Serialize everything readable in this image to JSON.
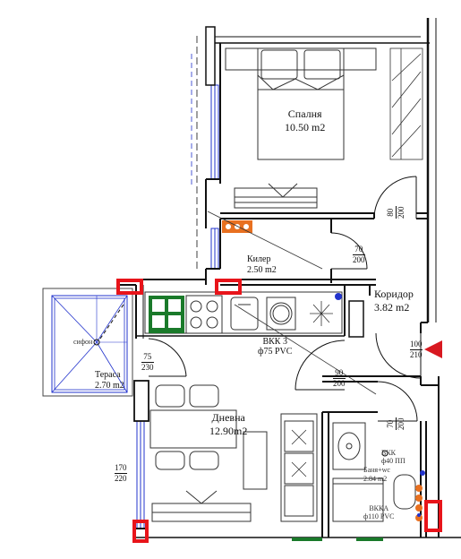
{
  "rooms": {
    "bedroom": {
      "name": "Спалня",
      "area": "10.50 m2"
    },
    "closet": {
      "name": "Килер",
      "area": "2.50 m2"
    },
    "corridor": {
      "name": "Коридор",
      "area": "3.82 m2"
    },
    "terrace": {
      "name": "Тераса",
      "area": "2.70 m2"
    },
    "living": {
      "name": "Дневна",
      "area": "12.90m2"
    },
    "bathroom": {
      "name": "Баня+wc",
      "area": "2.84 m2"
    }
  },
  "pipes": {
    "bkk3": {
      "name": "ВКК 3",
      "size": "ф75 PVC"
    },
    "bkk_bath": {
      "name": "ВКК",
      "size": "ф40 ПП"
    },
    "bkk_a": {
      "name": "ВККА",
      "size": "ф110 PVC"
    },
    "drain": {
      "label": "сифон"
    }
  },
  "doors": {
    "bedroom_door": {
      "top": "80",
      "bottom": "200"
    },
    "closet_door": {
      "top": "70",
      "bottom": "200"
    },
    "entry_door": {
      "top": "100",
      "bottom": "210"
    },
    "living_door": {
      "top": "90",
      "bottom": "200"
    },
    "bath_door": {
      "top": "70",
      "bottom": "200"
    },
    "terrace_door": {
      "top": "75",
      "bottom": "230"
    },
    "living_window": {
      "top": "170",
      "bottom": "220"
    }
  },
  "colors": {
    "wall": "#111111",
    "window_blue": "#2233cc",
    "highlight_red": "#e8141a",
    "kitchen_green": "#1a7a2a",
    "pipe_orange": "#e87020",
    "entry_arrow": "#d81820"
  }
}
